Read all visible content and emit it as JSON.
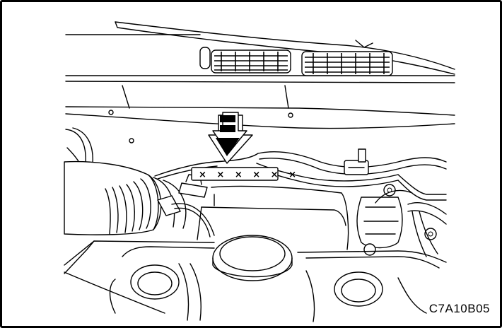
{
  "figure": {
    "code": "C7A10B05",
    "vin_tag_marking": "× × × × × ×"
  },
  "colors": {
    "line": "#000000",
    "background": "#ffffff"
  },
  "callouts": [
    {
      "name": "arrow",
      "icon": "down-arrow-icon",
      "points_to": "vin-tag"
    }
  ]
}
